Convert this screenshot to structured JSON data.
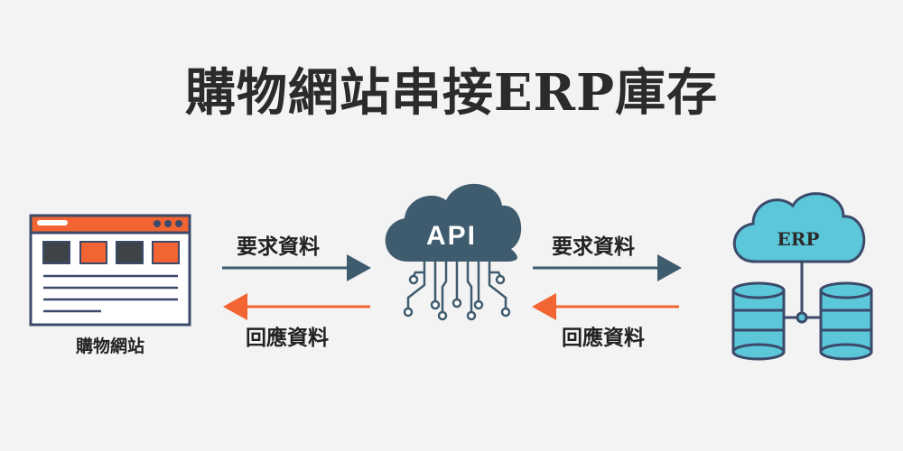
{
  "title": "購物網站串接ERP庫存",
  "website": {
    "caption": "購物網站"
  },
  "api": {
    "label": "API"
  },
  "erp": {
    "label": "ERP"
  },
  "flows": {
    "left_request": "要求資料",
    "left_response": "回應資料",
    "right_request": "要求資料",
    "right_response": "回應資料"
  },
  "colors": {
    "navy": "#3b4a6b",
    "slate": "#3f5b6e",
    "orange": "#f26532",
    "cyan": "#5bc7d8",
    "dark_tile": "#3e4347"
  }
}
